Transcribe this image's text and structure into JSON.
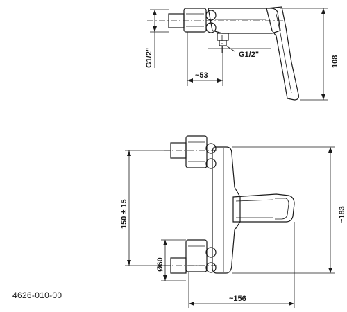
{
  "product_code": "4626-010-00",
  "side_view": {
    "dimensions": {
      "pipe_thread_vertical": "G1/2\"",
      "outlet_thread": "G1/2\"",
      "depth": "~53",
      "height": "108"
    }
  },
  "front_view": {
    "dimensions": {
      "inlet_spacing": "150 ± 15",
      "flange_diameter": "Ø60",
      "total_height": "~183",
      "total_width": "~156"
    }
  },
  "colors": {
    "line": "#1a1a1a",
    "background": "#ffffff"
  }
}
